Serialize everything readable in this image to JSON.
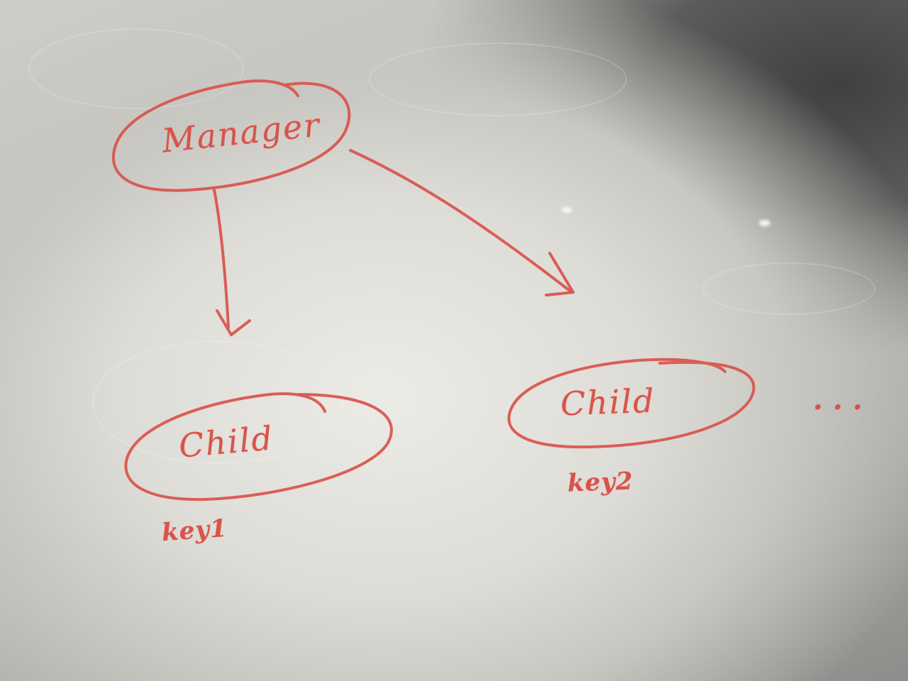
{
  "diagram": {
    "manager": {
      "label": "Manager"
    },
    "children": [
      {
        "label": "Child",
        "key": "key1"
      },
      {
        "label": "Child",
        "key": "key2"
      }
    ],
    "more": "...",
    "edges": [
      {
        "from": "Manager",
        "to": "key1"
      },
      {
        "from": "Manager",
        "to": "key2"
      }
    ]
  },
  "colors": {
    "marker": "#d9534b",
    "board": "#e4e2dd"
  }
}
